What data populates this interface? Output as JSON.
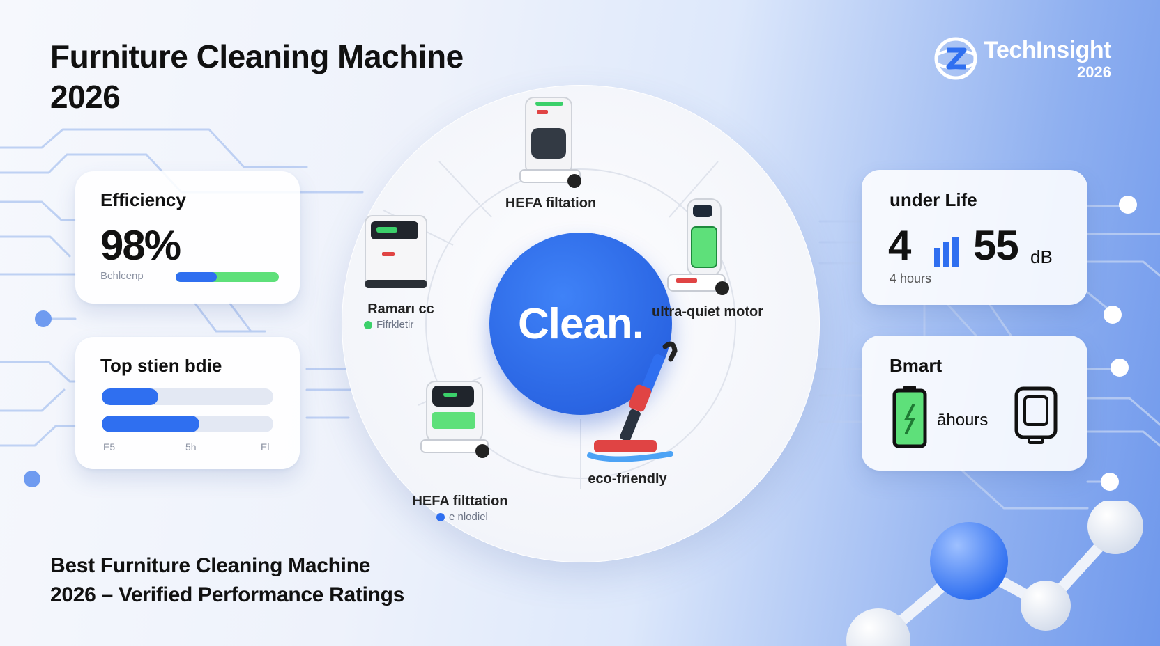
{
  "headline": {
    "line1": "Furniture Cleaning Machine",
    "line2": "2026"
  },
  "brand": {
    "name": "TechInsight",
    "year": "2026",
    "logo_icon": "z-globe-logo-icon"
  },
  "efficiency_card": {
    "title": "Efficiency",
    "value": "98%",
    "caption": "Bchlcenp",
    "bar_fill_fraction": 0.4
  },
  "top_card": {
    "title": "Top stien bdie",
    "bars": [
      {
        "fill_fraction": 0.33
      },
      {
        "fill_fraction": 0.57
      }
    ],
    "ticks": [
      "E5",
      "5h",
      "El"
    ]
  },
  "life_card": {
    "title": "under Life",
    "value_left": "4",
    "signal_icon": "signal-bars-icon",
    "value_right": "55",
    "unit": "dB",
    "caption": "4 hours"
  },
  "smart_card": {
    "title": "Bmart",
    "battery_icon": "battery-icon",
    "value": "āhours",
    "tablet_icon": "tablet-icon"
  },
  "hub": {
    "label": "Clean."
  },
  "devices": [
    {
      "label": "HEFA filtation",
      "sub": ""
    },
    {
      "label": "Ramarı cc",
      "sub": "Fifrkletir"
    },
    {
      "label": "ultra-quiet motor",
      "sub": ""
    },
    {
      "label": "HEFA filttation",
      "sub": "e nlodiel"
    },
    {
      "label": "eco-friendly",
      "sub": ""
    }
  ],
  "colors": {
    "accent_blue": "#2f6ff0",
    "accent_green": "#5ee07a",
    "hub_blue": "#2a65e3"
  },
  "footer": {
    "line1": "Best Furniture Cleaning Machine",
    "line2": "2026 – Verified Performance Ratings"
  }
}
